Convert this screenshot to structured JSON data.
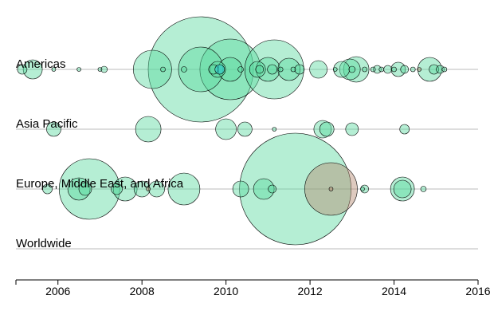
{
  "chart_data": {
    "type": "scatter",
    "title": "",
    "xlabel": "",
    "ylabel": "",
    "xlim": [
      2005,
      2016
    ],
    "x_ticks": [
      2006,
      2008,
      2010,
      2012,
      2014,
      2016
    ],
    "grid": false,
    "rows": [
      "Americas",
      "Asia Pacific",
      "Europe, Middle East, and Africa",
      "Worldwide"
    ],
    "colors": {
      "default": "#5ad9a0",
      "highlight": "#1ec0d8",
      "alt": "#b58a70"
    },
    "points": [
      {
        "row": "Americas",
        "x": 2005.15,
        "size": 6,
        "color": "default"
      },
      {
        "row": "Americas",
        "x": 2005.4,
        "size": 12,
        "color": "default"
      },
      {
        "row": "Americas",
        "x": 2005.9,
        "size": 2.5,
        "color": "default"
      },
      {
        "row": "Americas",
        "x": 2006.5,
        "size": 2.5,
        "color": "default"
      },
      {
        "row": "Americas",
        "x": 2007.0,
        "size": 2.5,
        "color": "default"
      },
      {
        "row": "Americas",
        "x": 2007.1,
        "size": 4,
        "color": "default"
      },
      {
        "row": "Americas",
        "x": 2008.25,
        "size": 24,
        "color": "default"
      },
      {
        "row": "Americas",
        "x": 2008.5,
        "size": 3,
        "color": "default"
      },
      {
        "row": "Americas",
        "x": 2009.0,
        "size": 3.5,
        "color": "default"
      },
      {
        "row": "Americas",
        "x": 2009.4,
        "size": 66,
        "color": "default"
      },
      {
        "row": "Americas",
        "x": 2009.4,
        "size": 28,
        "color": "default"
      },
      {
        "row": "Americas",
        "x": 2009.7,
        "size": 6,
        "color": "default"
      },
      {
        "row": "Americas",
        "x": 2009.8,
        "size": 10,
        "color": "default"
      },
      {
        "row": "Americas",
        "x": 2009.85,
        "size": 6,
        "color": "highlight"
      },
      {
        "row": "Americas",
        "x": 2010.1,
        "size": 38,
        "color": "default"
      },
      {
        "row": "Americas",
        "x": 2010.1,
        "size": 15,
        "color": "default"
      },
      {
        "row": "Americas",
        "x": 2010.35,
        "size": 3.5,
        "color": "default"
      },
      {
        "row": "Americas",
        "x": 2010.75,
        "size": 10,
        "color": "default"
      },
      {
        "row": "Americas",
        "x": 2010.8,
        "size": 5,
        "color": "default"
      },
      {
        "row": "Americas",
        "x": 2011.15,
        "size": 37,
        "color": "default"
      },
      {
        "row": "Americas",
        "x": 2011.0,
        "size": 15,
        "color": "default"
      },
      {
        "row": "Americas",
        "x": 2011.1,
        "size": 6,
        "color": "default"
      },
      {
        "row": "Americas",
        "x": 2011.3,
        "size": 3,
        "color": "default"
      },
      {
        "row": "Americas",
        "x": 2011.5,
        "size": 14,
        "color": "default"
      },
      {
        "row": "Americas",
        "x": 2011.6,
        "size": 3,
        "color": "default"
      },
      {
        "row": "Americas",
        "x": 2011.75,
        "size": 6,
        "color": "default"
      },
      {
        "row": "Americas",
        "x": 2012.2,
        "size": 11,
        "color": "default"
      },
      {
        "row": "Americas",
        "x": 2012.6,
        "size": 2.5,
        "color": "default"
      },
      {
        "row": "Americas",
        "x": 2012.75,
        "size": 10,
        "color": "default"
      },
      {
        "row": "Americas",
        "x": 2012.95,
        "size": 13,
        "color": "default"
      },
      {
        "row": "Americas",
        "x": 2013.0,
        "size": 4,
        "color": "default"
      },
      {
        "row": "Americas",
        "x": 2013.1,
        "size": 16,
        "color": "default"
      },
      {
        "row": "Americas",
        "x": 2013.3,
        "size": 3,
        "color": "default"
      },
      {
        "row": "Americas",
        "x": 2013.5,
        "size": 3,
        "color": "default"
      },
      {
        "row": "Americas",
        "x": 2013.6,
        "size": 5,
        "color": "default"
      },
      {
        "row": "Americas",
        "x": 2013.7,
        "size": 3,
        "color": "default"
      },
      {
        "row": "Americas",
        "x": 2013.85,
        "size": 5,
        "color": "default"
      },
      {
        "row": "Americas",
        "x": 2014.0,
        "size": 3,
        "color": "default"
      },
      {
        "row": "Americas",
        "x": 2014.1,
        "size": 9,
        "color": "default"
      },
      {
        "row": "Americas",
        "x": 2014.25,
        "size": 5,
        "color": "default"
      },
      {
        "row": "Americas",
        "x": 2014.45,
        "size": 3,
        "color": "default"
      },
      {
        "row": "Americas",
        "x": 2014.6,
        "size": 2.5,
        "color": "alt"
      },
      {
        "row": "Americas",
        "x": 2014.85,
        "size": 15,
        "color": "default"
      },
      {
        "row": "Americas",
        "x": 2014.95,
        "size": 6,
        "color": "default"
      },
      {
        "row": "Americas",
        "x": 2015.1,
        "size": 5,
        "color": "default"
      },
      {
        "row": "Americas",
        "x": 2015.2,
        "size": 3,
        "color": "default"
      },
      {
        "row": "Asia Pacific",
        "x": 2005.9,
        "size": 9,
        "color": "default"
      },
      {
        "row": "Asia Pacific",
        "x": 2008.15,
        "size": 16,
        "color": "default"
      },
      {
        "row": "Asia Pacific",
        "x": 2010.0,
        "size": 13,
        "color": "default"
      },
      {
        "row": "Asia Pacific",
        "x": 2010.45,
        "size": 9,
        "color": "default"
      },
      {
        "row": "Asia Pacific",
        "x": 2011.15,
        "size": 2.5,
        "color": "default"
      },
      {
        "row": "Asia Pacific",
        "x": 2012.3,
        "size": 11,
        "color": "default"
      },
      {
        "row": "Asia Pacific",
        "x": 2012.4,
        "size": 9,
        "color": "default"
      },
      {
        "row": "Asia Pacific",
        "x": 2013.0,
        "size": 8,
        "color": "default"
      },
      {
        "row": "Asia Pacific",
        "x": 2014.25,
        "size": 6,
        "color": "default"
      },
      {
        "row": "Europe, Middle East, and Africa",
        "x": 2005.75,
        "size": 6,
        "color": "default"
      },
      {
        "row": "Europe, Middle East, and Africa",
        "x": 2006.75,
        "size": 38,
        "color": "default"
      },
      {
        "row": "Europe, Middle East, and Africa",
        "x": 2006.5,
        "size": 14,
        "color": "default"
      },
      {
        "row": "Europe, Middle East, and Africa",
        "x": 2006.65,
        "size": 8,
        "color": "default"
      },
      {
        "row": "Europe, Middle East, and Africa",
        "x": 2007.6,
        "size": 15,
        "color": "default"
      },
      {
        "row": "Europe, Middle East, and Africa",
        "x": 2007.4,
        "size": 7,
        "color": "default"
      },
      {
        "row": "Europe, Middle East, and Africa",
        "x": 2008.0,
        "size": 10,
        "color": "default"
      },
      {
        "row": "Europe, Middle East, and Africa",
        "x": 2008.15,
        "size": 2.5,
        "color": "alt"
      },
      {
        "row": "Europe, Middle East, and Africa",
        "x": 2008.35,
        "size": 10,
        "color": "default"
      },
      {
        "row": "Europe, Middle East, and Africa",
        "x": 2009.0,
        "size": 20,
        "color": "default"
      },
      {
        "row": "Europe, Middle East, and Africa",
        "x": 2010.35,
        "size": 10,
        "color": "default"
      },
      {
        "row": "Europe, Middle East, and Africa",
        "x": 2010.9,
        "size": 13,
        "color": "default"
      },
      {
        "row": "Europe, Middle East, and Africa",
        "x": 2011.1,
        "size": 5,
        "color": "default"
      },
      {
        "row": "Europe, Middle East, and Africa",
        "x": 2011.65,
        "size": 70,
        "color": "default"
      },
      {
        "row": "Europe, Middle East, and Africa",
        "x": 2012.5,
        "size": 33,
        "color": "alt"
      },
      {
        "row": "Europe, Middle East, and Africa",
        "x": 2012.5,
        "size": 2.5,
        "color": "alt"
      },
      {
        "row": "Europe, Middle East, and Africa",
        "x": 2013.3,
        "size": 5,
        "color": "default"
      },
      {
        "row": "Europe, Middle East, and Africa",
        "x": 2013.25,
        "size": 2.5,
        "color": "default"
      },
      {
        "row": "Europe, Middle East, and Africa",
        "x": 2014.2,
        "size": 15,
        "color": "default"
      },
      {
        "row": "Europe, Middle East, and Africa",
        "x": 2014.2,
        "size": 11,
        "color": "default"
      },
      {
        "row": "Europe, Middle East, and Africa",
        "x": 2014.7,
        "size": 3.5,
        "color": "default"
      }
    ]
  }
}
